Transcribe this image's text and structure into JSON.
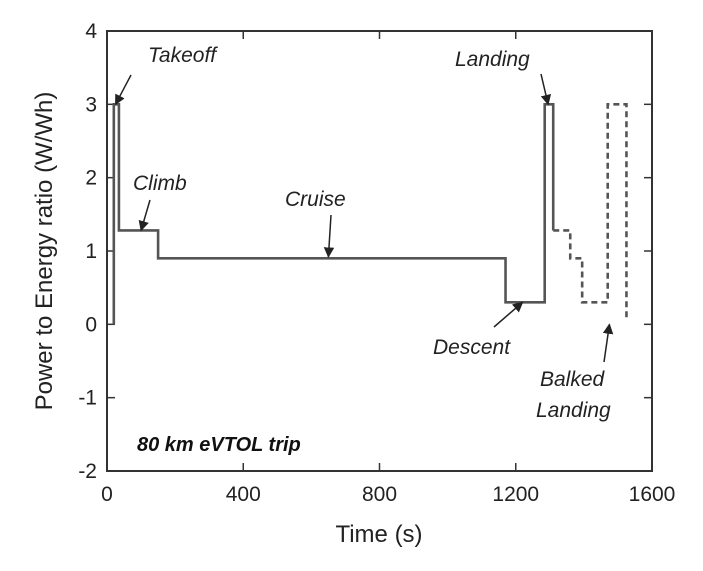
{
  "chart_data": {
    "type": "line",
    "title": "",
    "xlabel": "Time (s)",
    "ylabel": "Power to Energy ratio (W/Wh)",
    "xlim": [
      0,
      1600
    ],
    "ylim": [
      -2,
      4
    ],
    "xticks": [
      0,
      400,
      800,
      1200,
      1600
    ],
    "yticks": [
      -2,
      -1,
      0,
      1,
      2,
      3,
      4
    ],
    "grid": false,
    "note": "80 km eVTOL trip",
    "series": [
      {
        "style": "solid",
        "color": "#555555",
        "x": [
          20,
          20,
          35,
          35,
          150,
          150,
          1170,
          1170,
          1285,
          1285,
          1310,
          1310
        ],
        "y": [
          0,
          3.0,
          3.0,
          1.28,
          1.28,
          0.9,
          0.9,
          0.3,
          0.3,
          3.0,
          3.0,
          1.28
        ]
      },
      {
        "style": "dashed",
        "color": "#555555",
        "x": [
          1310,
          1360,
          1360,
          1395,
          1395,
          1420,
          1420,
          1470,
          1470,
          1490,
          1490,
          1525,
          1525
        ],
        "y": [
          1.28,
          1.28,
          0.9,
          0.9,
          0.3,
          0.3,
          0.3,
          0.3,
          3.0,
          3.0,
          3.0,
          3.0,
          0.05
        ]
      }
    ],
    "annotations": [
      {
        "text": "Takeoff",
        "x": 25,
        "y": 3.0
      },
      {
        "text": "Climb",
        "x": 100,
        "y": 1.28
      },
      {
        "text": "Cruise",
        "x": 650,
        "y": 0.92
      },
      {
        "text": "Descent",
        "x": 1220,
        "y": 0.3
      },
      {
        "text": "Landing",
        "x": 1295,
        "y": 3.0
      },
      {
        "text": "Balked",
        "x": 1475,
        "y": 0.0
      },
      {
        "text": "Landing",
        "x": 1475,
        "y": 0.0
      }
    ]
  }
}
